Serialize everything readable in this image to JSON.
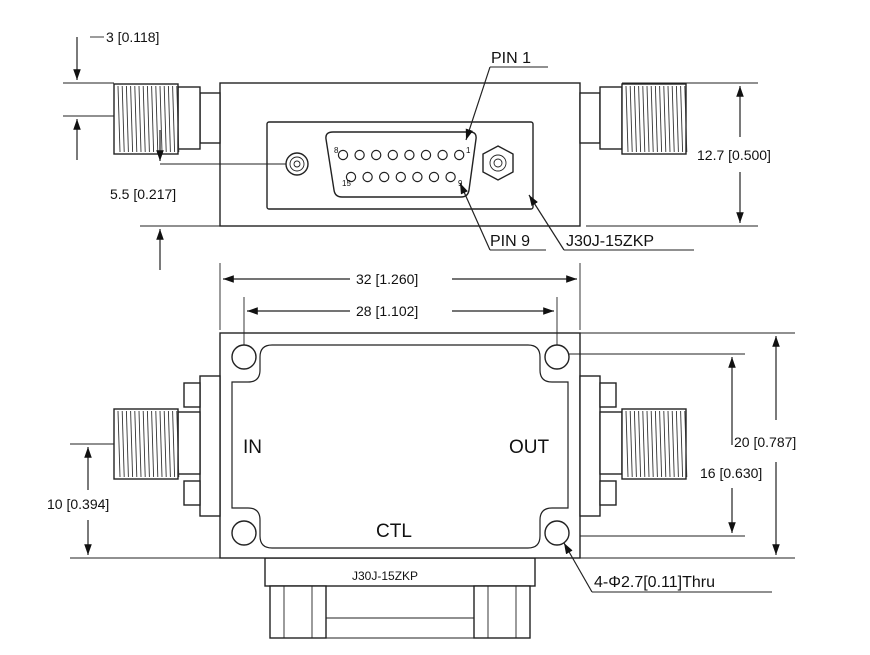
{
  "top_view": {
    "dim_top_offset": "3 [0.118]",
    "dim_connector_offset": "5.5 [0.217]",
    "dim_height": "12.7 [0.500]",
    "pin1_label": "PIN 1",
    "pin9_label": "PIN 9",
    "connector_callout": "J30J-15ZKP",
    "pin_number_1": "1",
    "pin_number_8": "8",
    "pin_number_9": "9",
    "pin_number_15": "15"
  },
  "bottom_view": {
    "dim_overall_width": "32 [1.260]",
    "dim_hole_spacing_x": "28 [1.102]",
    "dim_overall_height": "20 [0.787]",
    "dim_hole_spacing_y": "16 [0.630]",
    "dim_port_offset": "10 [0.394]",
    "label_in": "IN",
    "label_out": "OUT",
    "label_ctl": "CTL",
    "connector_label": "J30J-15ZKP",
    "hole_callout": "4-Φ2.7[0.11]Thru"
  }
}
